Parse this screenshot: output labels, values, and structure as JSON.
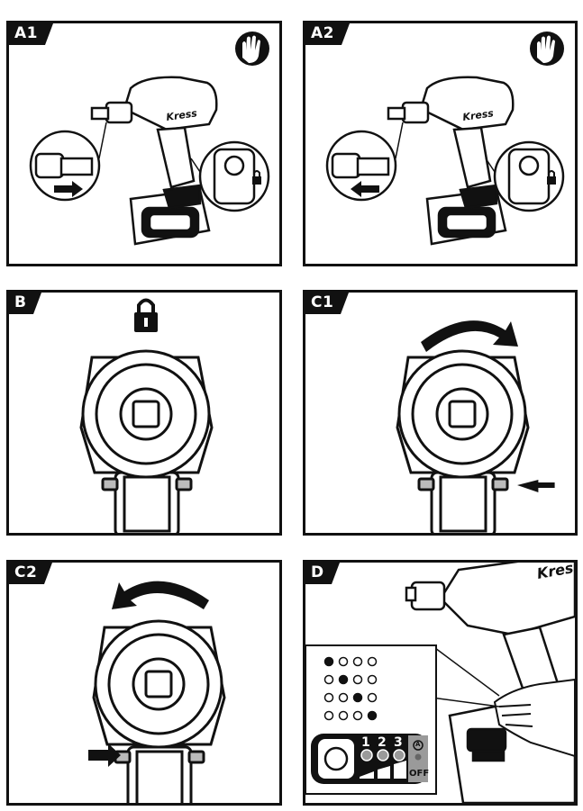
{
  "panels": {
    "a1": {
      "label": "A1"
    },
    "a2": {
      "label": "A2"
    },
    "b": {
      "label": "B"
    },
    "c1": {
      "label": "C1"
    },
    "c2": {
      "label": "C2"
    },
    "d": {
      "label": "D"
    }
  },
  "brand": {
    "text": "Kress"
  },
  "control_panel": {
    "speeds": [
      "1",
      "2",
      "3"
    ],
    "auto_label": "A",
    "off_label": "OFF"
  },
  "icons": {
    "gloves": "gloves-icon",
    "lock": "lock-icon",
    "arrow": "arrow-icon",
    "rotate": "rotate-arrow-icon"
  },
  "colors": {
    "ink": "#111111",
    "paper": "#ffffff",
    "grey": "#9a9a9a"
  }
}
